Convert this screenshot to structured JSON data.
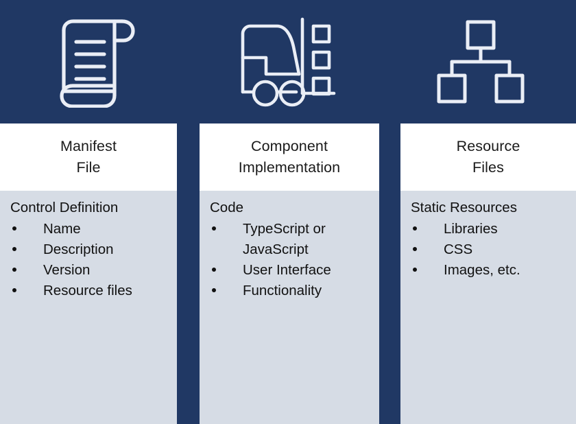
{
  "theme": {
    "banner_bg": "#203864",
    "card_head_bg": "#ffffff",
    "card_body_bg": "#d6dce5",
    "text_color": "#111111",
    "icon_stroke": "#eaeef6"
  },
  "banner": {
    "icons": [
      {
        "name": "scroll-document-icon",
        "label": "Scroll / manifest document"
      },
      {
        "name": "forklift-icon",
        "label": "Forklift lifting stacked boxes"
      },
      {
        "name": "hierarchy-icon",
        "label": "Hierarchy of three boxes"
      }
    ]
  },
  "columns": [
    {
      "id": "manifest-file",
      "head": [
        "Manifest",
        "File"
      ],
      "body_title": "Control Definition",
      "bullets": [
        [
          "Name"
        ],
        [
          "Description"
        ],
        [
          "Version"
        ],
        [
          "Resource files"
        ]
      ]
    },
    {
      "id": "component-implementation",
      "head": [
        "Component",
        "Implementation"
      ],
      "body_title": "Code",
      "bullets": [
        [
          "TypeScript or",
          "JavaScript"
        ],
        [
          "User Interface"
        ],
        [
          "Functionality"
        ]
      ]
    },
    {
      "id": "resource-files",
      "head": [
        "Resource",
        "Files"
      ],
      "body_title": "Static Resources",
      "bullets": [
        [
          "Libraries"
        ],
        [
          "CSS"
        ],
        [
          "Images, etc."
        ]
      ]
    }
  ]
}
